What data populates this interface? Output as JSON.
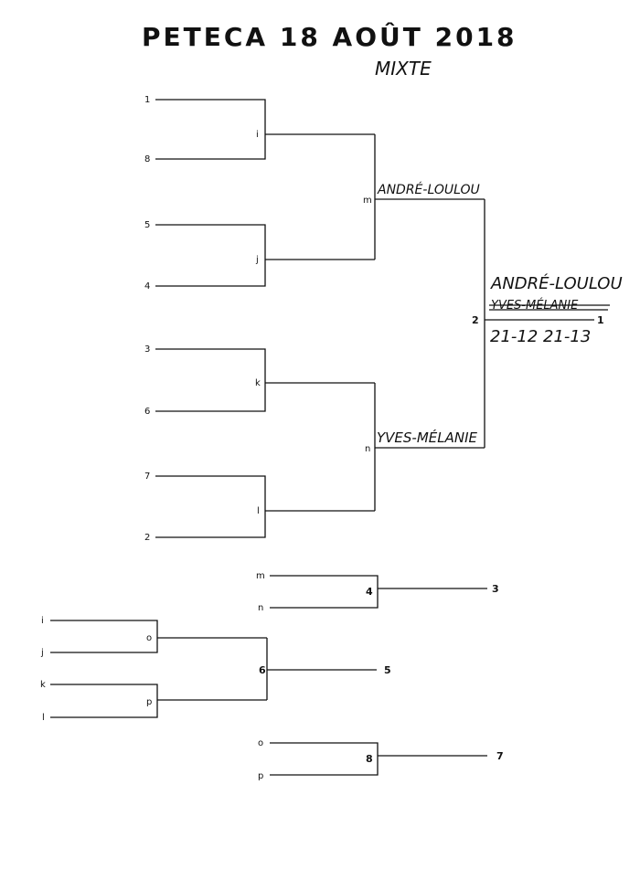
{
  "title": "PETECA 18 AOÛT 2018",
  "category": "MIXTE",
  "main_bracket": {
    "seeds": [
      "1",
      "8",
      "5",
      "4",
      "3",
      "6",
      "7",
      "2"
    ],
    "round1_matches": [
      "i",
      "j",
      "k",
      "l"
    ],
    "semifinals": [
      "m",
      "n"
    ],
    "final": "2",
    "winner_place": "1",
    "semifinal_winner_m": "ANDRÉ-LOULOU",
    "semifinal_winner_n": "YVES-MÉLANIE",
    "final_winner": "ANDRÉ-LOULOU",
    "final_loser_crossed": "YVES-MÉLANIE",
    "final_score": "21-12 21-13"
  },
  "third_place": {
    "entrants": [
      "m",
      "n"
    ],
    "match": "4",
    "place": "3"
  },
  "fifth_place": {
    "entrants": [
      "i",
      "j",
      "k",
      "l"
    ],
    "matches": [
      "o",
      "p"
    ],
    "match": "6",
    "place": "5"
  },
  "seventh_place": {
    "entrants": [
      "o",
      "p"
    ],
    "match": "8",
    "place": "7"
  }
}
